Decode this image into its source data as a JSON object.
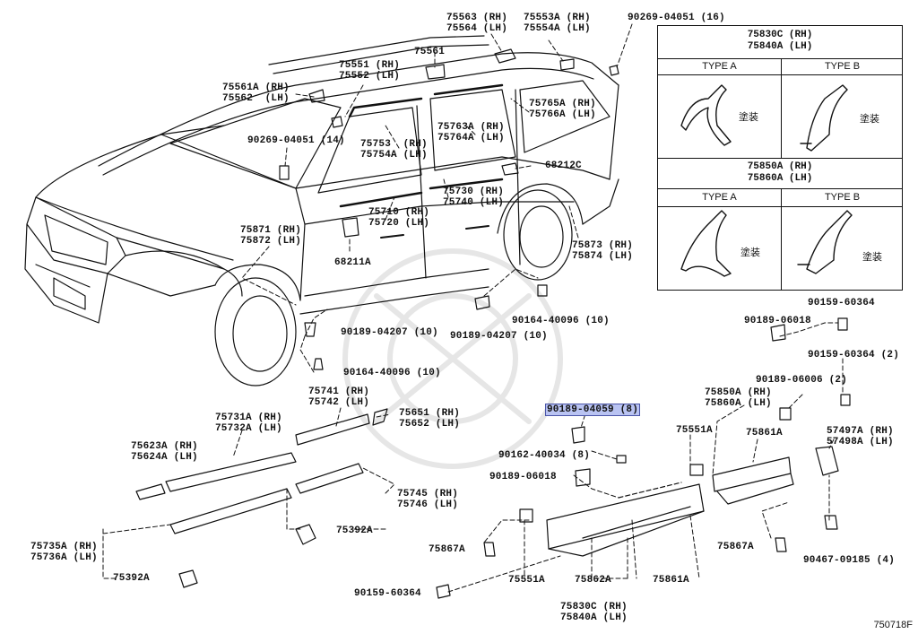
{
  "diagram_ref": "750718F",
  "highlight_color": "#b9c3f2",
  "parts": {
    "p75563": "75563 (RH)\n75564 (LH)",
    "p75553a": "75553A (RH)\n75554A (LH)",
    "p90269_top": "90269-04051 (16)",
    "p75561": "75561",
    "p75551": "75551 (RH)\n75552 (LH)",
    "p75561a": "75561A (RH)\n75562  (LH)",
    "p75765a": "75765A (RH)\n75766A (LH)",
    "p75763a": "75763A (RH)\n75764A (LH)",
    "p75753": "75753  (RH)\n75754A (LH)",
    "p90269_left": "90269-04051 (14)",
    "p68212c": "68212C",
    "p75730": "75730 (RH)\n75740 (LH)",
    "p75710": "75710 (RH)\n75720 (LH)",
    "p75871": "75871 (RH)\n75872 (LH)",
    "p68211a": "68211A",
    "p75873": "75873 (RH)\n75874 (LH)",
    "p90164_mid": "90164-40096 (10)",
    "p90189_mid": "90189-04207 (10)",
    "p90189_left": "90189-04207 (10)",
    "p90164_left": "90164-40096 (10)",
    "p90159_top": "90159-60364",
    "p90189_06018_r": "90189-06018",
    "p90159_2": "90159-60364 (2)",
    "p90189_06006": "90189-06006 (2)",
    "p75741": "75741 (RH)\n75742 (LH)",
    "p75731a": "75731A (RH)\n75732A (LH)",
    "p75651": "75651 (RH)\n75652 (LH)",
    "p90189_04059": "90189-04059 (8)",
    "p75850a": "75850A (RH)\n75860A (LH)",
    "p75623a": "75623A (RH)\n75624A (LH)",
    "p90162": "90162-40034 (8)",
    "p75551a_r": "75551A",
    "p75861a_r": "75861A",
    "p57497a": "57497A (RH)\n57498A (LH)",
    "p90189_06018_c": "90189-06018",
    "p75745": "75745 (RH)\n75746 (LH)",
    "p75392a_mid": "75392A",
    "p75735a": "75735A (RH)\n75736A (LH)",
    "p75867a_l": "75867A",
    "p75867a_r": "75867A",
    "p75392a_bot": "75392A",
    "p90467": "90467-09185 (4)",
    "p90159_bot": "90159-60364",
    "p75551a_b": "75551A",
    "p75862a": "75862A",
    "p75861a_b": "75861A",
    "p75830c_b": "75830C (RH)\n75840A (LH)"
  },
  "inset": {
    "top_title": "75830C (RH)\n75840A (LH)",
    "bottom_title": "75850A (RH)\n75860A (LH)",
    "type_a": "TYPE A",
    "type_b": "TYPE B",
    "paint_label": "塗装"
  }
}
